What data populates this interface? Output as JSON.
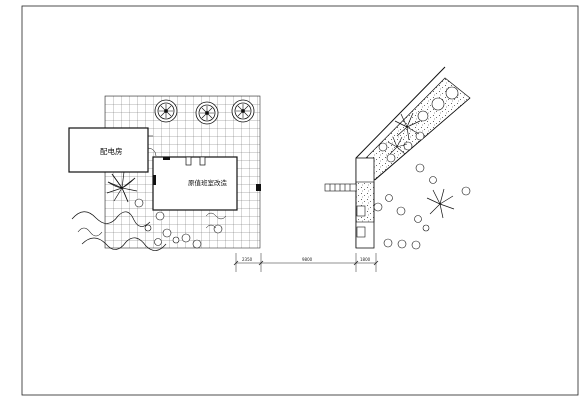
{
  "rooms": {
    "distribution_room": "配电房",
    "duty_room": "原值班室改造"
  },
  "dimensions": {
    "left_segment": "2350",
    "middle_segment": "9800",
    "right_segment": "1800"
  },
  "colors": {
    "line": "#222222",
    "grid": "#555555",
    "paper": "#ffffff"
  }
}
